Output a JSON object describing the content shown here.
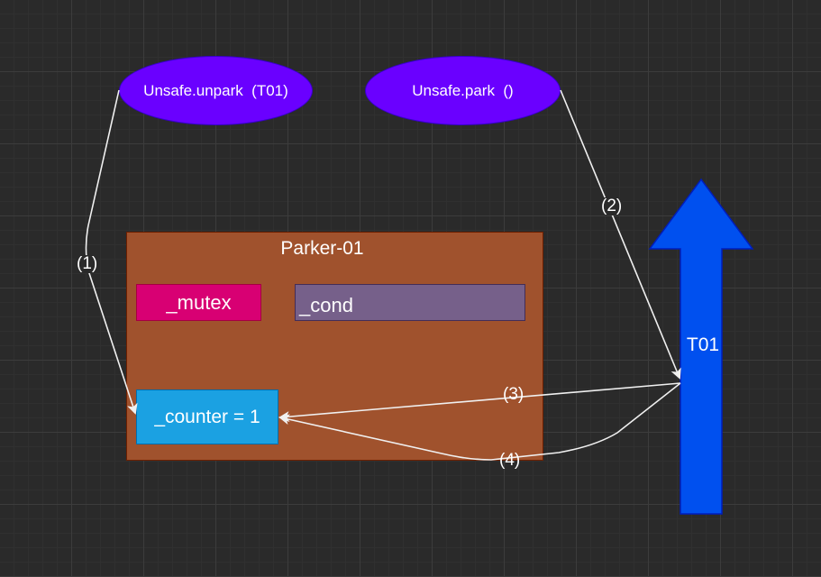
{
  "nodes": {
    "unpark": "Unsafe.unpark  (T01)",
    "park": "Unsafe.park  ()",
    "parker_title": "Parker-01",
    "mutex": "_mutex",
    "cond": "_cond",
    "counter": "_counter = 1",
    "thread": "T01"
  },
  "edges": {
    "e1": "(1)",
    "e2": "(2)",
    "e3": "(3)",
    "e4": "(4)"
  },
  "colors": {
    "background": "#2a2a2a",
    "ellipse_fill": "#6a00ff",
    "parker_fill": "#a0522d",
    "mutex_fill": "#d80073",
    "cond_fill": "#76608a",
    "counter_fill": "#1ba1e2",
    "thread_arrow_fill": "#0050ef",
    "edge_stroke": "#f0f0f0"
  },
  "icons": {
    "thread_arrow": "up-arrow-icon"
  }
}
